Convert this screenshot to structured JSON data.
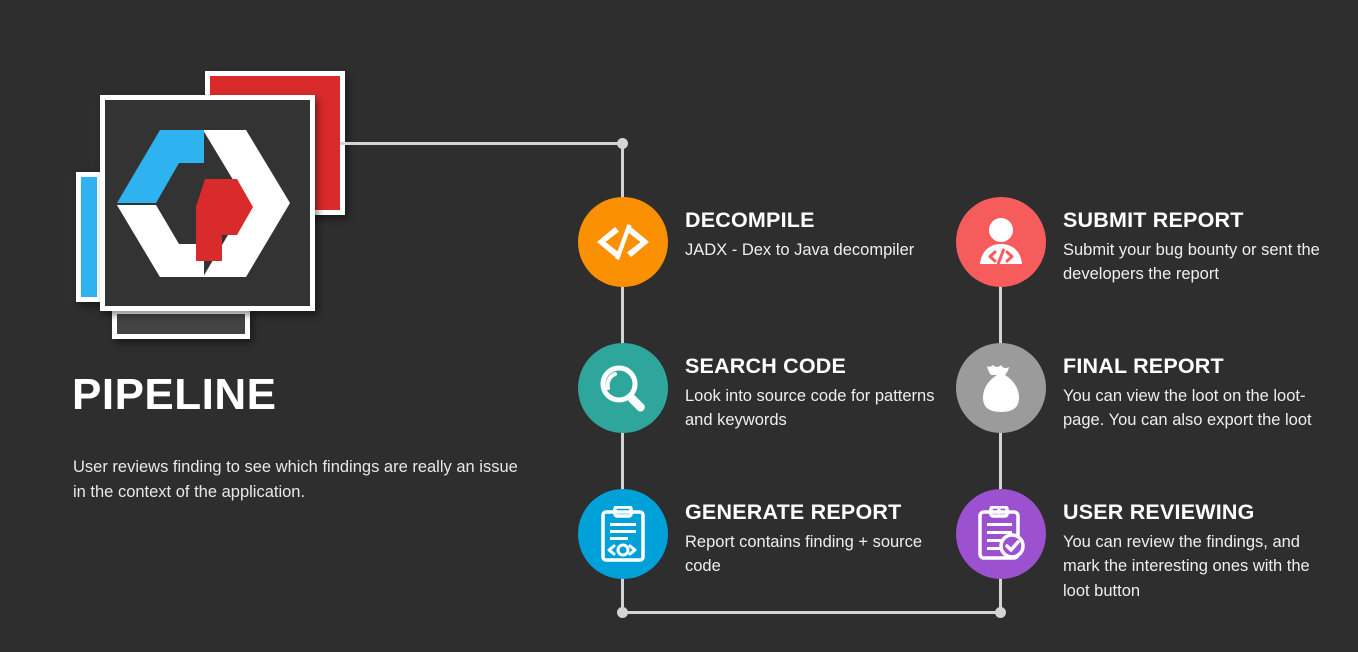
{
  "theme": {
    "background": "#2e2e2e",
    "card_surface": "#333333",
    "connector": "#d4d4d4",
    "text_primary": "#ffffff",
    "text_secondary": "#eeeeee"
  },
  "logo": {
    "name": "pipeline-logo",
    "card_colors": {
      "blue": "#2eb3f0",
      "red": "#d92b2b",
      "dark": "#434343",
      "main": "#333333",
      "border": "#ffffff"
    },
    "mark_colors": {
      "chevron_blue": "#2eb3f0",
      "chevron_white": "#ffffff",
      "hex_red": "#d92b2b"
    }
  },
  "intro": {
    "title": "PIPELINE",
    "description": "User reviews finding to see which findings are really an issue in the context of the application."
  },
  "pipeline": {
    "steps": [
      {
        "id": "decompile",
        "title": "DECOMPILE",
        "description": "JADX - Dex to Java decompiler",
        "color": "#fc9003",
        "icon": "code-brackets-icon",
        "column": "left",
        "row": 1
      },
      {
        "id": "search-code",
        "title": "SEARCH CODE",
        "description": "Look into source code for patterns and keywords",
        "color": "#2fa69c",
        "icon": "magnifier-icon",
        "column": "left",
        "row": 2
      },
      {
        "id": "generate-report",
        "title": "GENERATE REPORT",
        "description": "Report contains finding + source code",
        "color": "#00a0d8",
        "icon": "clipboard-code-icon",
        "column": "left",
        "row": 3
      },
      {
        "id": "submit-report",
        "title": "SUBMIT REPORT",
        "description": "Submit your bug bounty or sent the developers the report",
        "color": "#f65c5c",
        "icon": "user-code-icon",
        "column": "right",
        "row": 1
      },
      {
        "id": "final-report",
        "title": "FINAL REPORT",
        "description": "You can view the loot on the loot-page. You can also export the loot",
        "color": "#9b9b9b",
        "icon": "money-bag-icon",
        "column": "right",
        "row": 2
      },
      {
        "id": "user-reviewing",
        "title": "USER REVIEWING",
        "description": "You can review the findings, and mark the interesting ones with the loot button",
        "color": "#9b51d0",
        "icon": "clipboard-check-icon",
        "column": "right",
        "row": 3
      }
    ]
  }
}
